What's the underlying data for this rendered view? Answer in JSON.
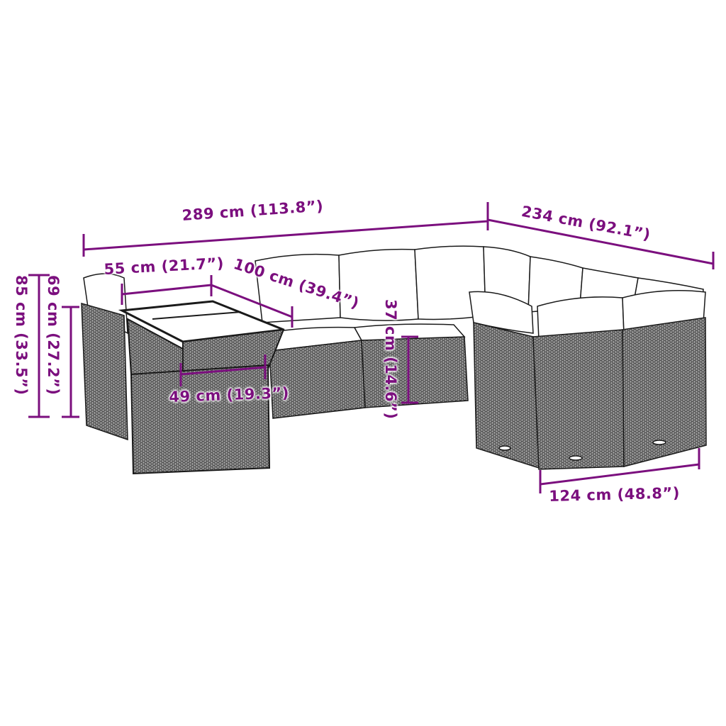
{
  "diagram": {
    "type": "product-dimension-drawing",
    "subject": "rattan garden sofa set with table",
    "dimension_color": "#7b0f7e",
    "line_color": "#1a1a1a"
  },
  "dimensions": {
    "total_width": "289 cm (113.8”)",
    "total_depth": "234 cm (92.1”)",
    "table_width": "55 cm (21.7”)",
    "table_length": "100 cm (39.4”)",
    "total_height": "85 cm (33.5”)",
    "table_height": "69 cm (27.2”)",
    "seat_height": "37 cm (14.6”)",
    "table_base_width": "49 cm (19.3”)",
    "corner_module_width": "124 cm (48.8”)"
  }
}
